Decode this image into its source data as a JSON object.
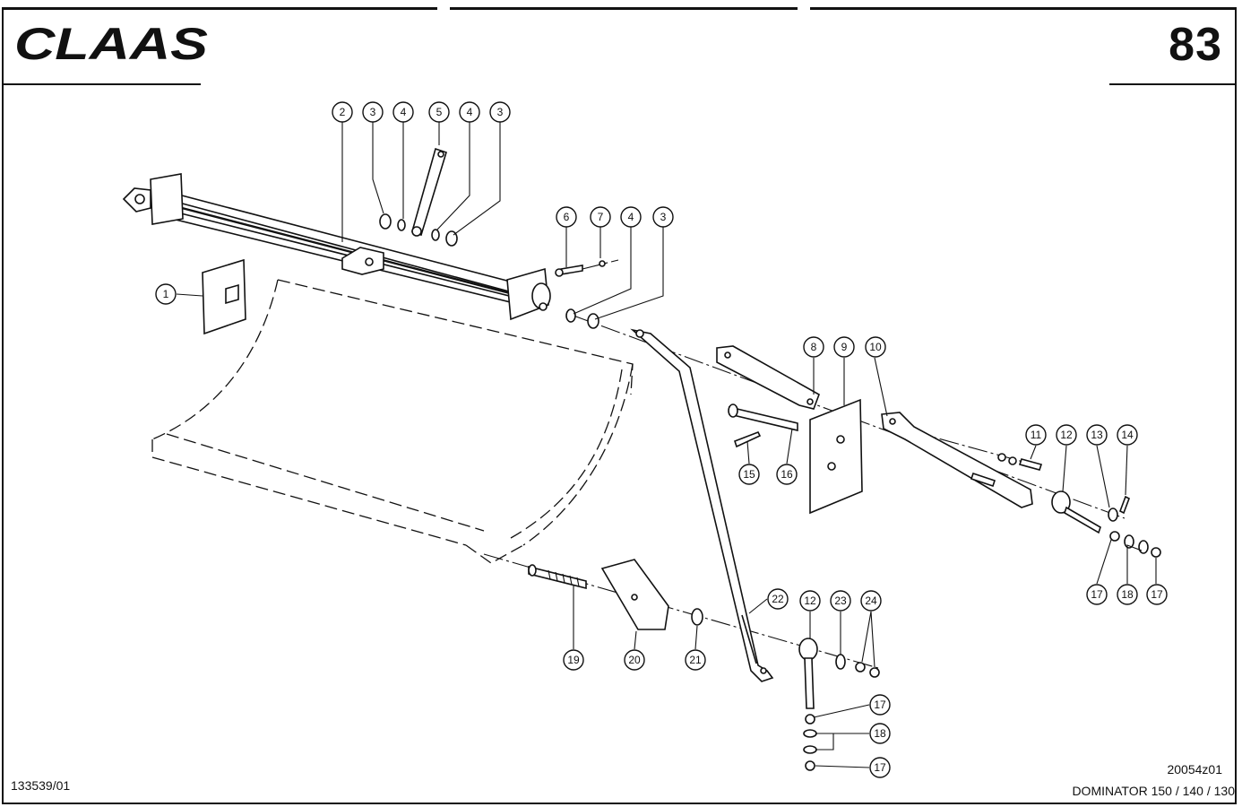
{
  "header": {
    "brand": "CLAAS",
    "page_number": "83"
  },
  "footer": {
    "doc_number": "133539/01",
    "diagram_code": "20054z01",
    "model": "DOMINATOR 150 / 140 / 130"
  },
  "callouts": [
    {
      "label": "1"
    },
    {
      "label": "2"
    },
    {
      "label": "3"
    },
    {
      "label": "4"
    },
    {
      "label": "5"
    },
    {
      "label": "4"
    },
    {
      "label": "3"
    },
    {
      "label": "6"
    },
    {
      "label": "7"
    },
    {
      "label": "4"
    },
    {
      "label": "3"
    },
    {
      "label": "8"
    },
    {
      "label": "9"
    },
    {
      "label": "10"
    },
    {
      "label": "11"
    },
    {
      "label": "12"
    },
    {
      "label": "13"
    },
    {
      "label": "14"
    },
    {
      "label": "15"
    },
    {
      "label": "16"
    },
    {
      "label": "17"
    },
    {
      "label": "18"
    },
    {
      "label": "17"
    },
    {
      "label": "19"
    },
    {
      "label": "20"
    },
    {
      "label": "21"
    },
    {
      "label": "22"
    },
    {
      "label": "12"
    },
    {
      "label": "23"
    },
    {
      "label": "24"
    },
    {
      "label": "17"
    },
    {
      "label": "18"
    },
    {
      "label": "17"
    }
  ]
}
